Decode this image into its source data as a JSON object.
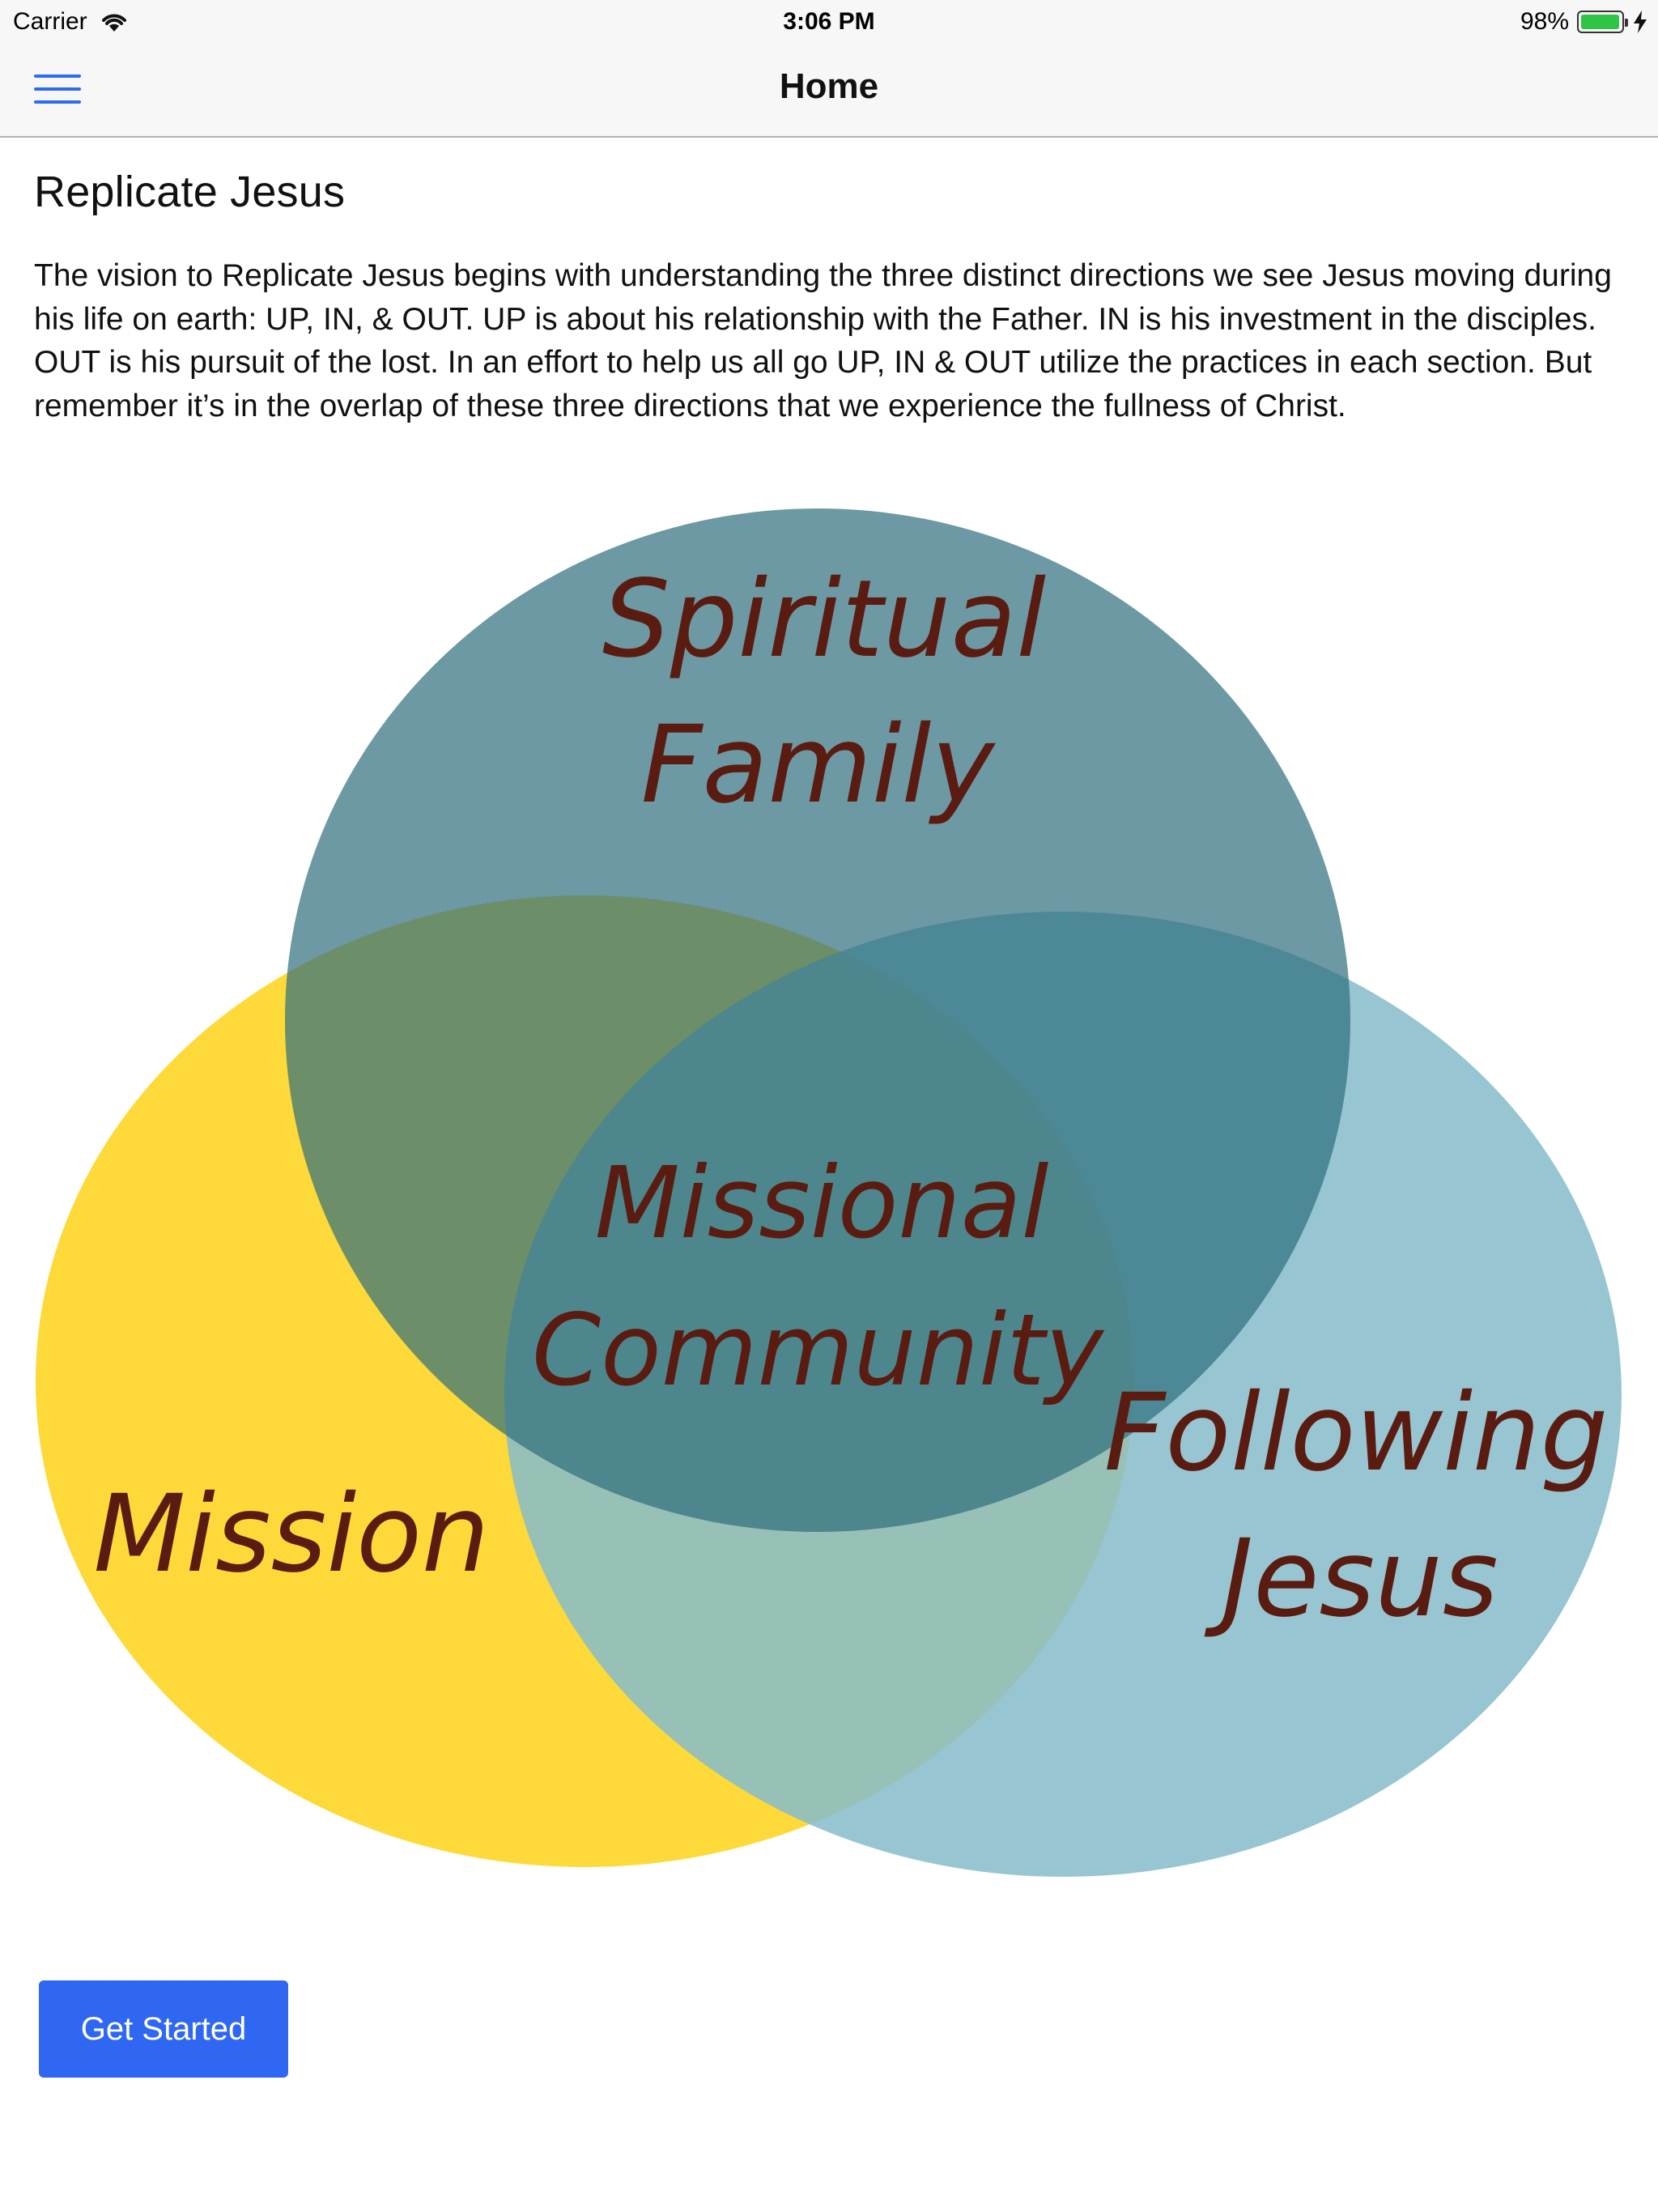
{
  "status_bar": {
    "carrier": "Carrier",
    "time": "3:06 PM",
    "battery": "98%",
    "battery_level": 0.98
  },
  "nav": {
    "title": "Home"
  },
  "main": {
    "title": "Replicate Jesus",
    "description": "The vision to Replicate Jesus begins with understanding the three distinct directions we see Jesus moving during his life on earth: UP, IN, & OUT. UP is about his relationship with the Father. IN is his investment in the disciples. OUT is his pursuit of the lost. In an effort to help us all go UP, IN & OUT utilize the practices in each section. But remember it’s in the overlap of these three directions that we experience the fullness of Christ."
  },
  "diagram": {
    "top_line1": "Spiritual",
    "top_line2": "Family",
    "left": "Mission",
    "right_line1": "Following",
    "right_line2": "Jesus",
    "center_line1": "Missional",
    "center_line2": "Community",
    "colors": {
      "spiritual_family": "#427f8c",
      "mission": "#fdd835",
      "following_jesus": "#97c6d2",
      "text": "#5a1c10"
    }
  },
  "actions": {
    "get_started": "Get Started"
  }
}
